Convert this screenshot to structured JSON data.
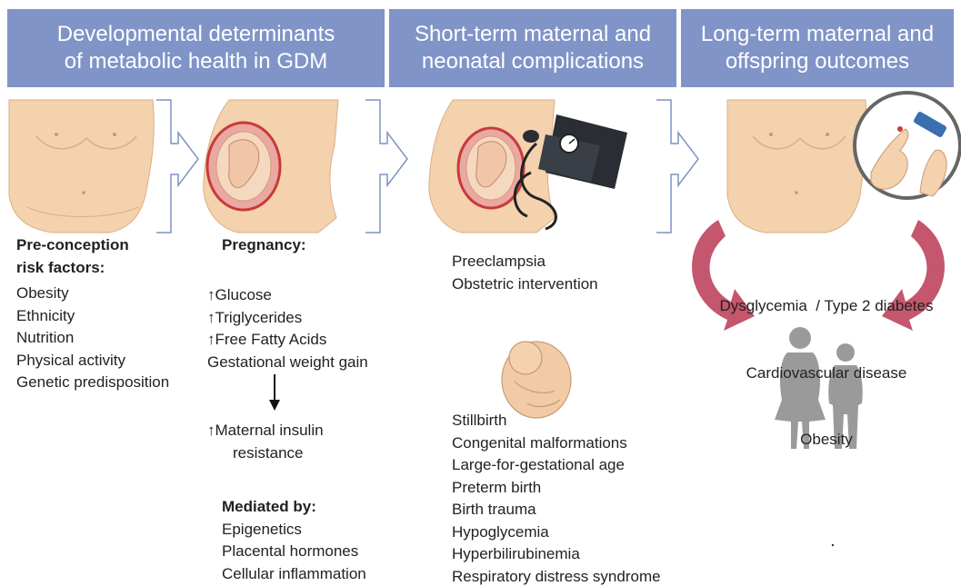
{
  "headers": [
    {
      "line1": "Developmental determinants",
      "line2": "of metabolic health in GDM"
    },
    {
      "line1": "Short-term maternal and",
      "line2": "neonatal complications"
    },
    {
      "line1": "Long-term maternal and",
      "line2": "offspring outcomes"
    }
  ],
  "preconception": {
    "title1": "Pre-conception",
    "title2": "risk factors:",
    "items": [
      "Obesity",
      "Ethnicity",
      "Nutrition",
      "Physical activity",
      "Genetic predisposition"
    ]
  },
  "pregnancy": {
    "title": "Pregnancy:",
    "items": [
      "↑Glucose",
      "↑Triglycerides",
      "↑Free Fatty Acids",
      "Gestational weight gain"
    ],
    "result1": "↑Maternal insulin",
    "result2": "resistance",
    "mediated_title": "Mediated by:",
    "mediated_items": [
      "Epigenetics",
      "Placental hormones",
      "Cellular inflammation"
    ]
  },
  "maternal_complications": [
    "Preeclampsia",
    "Obstetric intervention"
  ],
  "neonatal_complications": [
    "Stillbirth",
    "Congenital malformations",
    "Large-for-gestational age",
    "Preterm birth",
    "Birth trauma",
    "Hypoglycemia",
    "Hyperbilirubinemia",
    "Respiratory distress syndrome"
  ],
  "long_term_outcomes": [
    "Dysglycemia  / Type 2 diabetes",
    "Cardiovascular disease",
    "Obesity"
  ],
  "colors": {
    "header_bg": "#8094c8",
    "header_text": "#ffffff",
    "skin": "#f3d2ad",
    "skin_dark": "#dcae86",
    "uterus": "#c83a3a",
    "cycle_arrow": "#c4566e",
    "silhouette": "#9a9a9a",
    "flow_arrow": "#7f92c4"
  }
}
